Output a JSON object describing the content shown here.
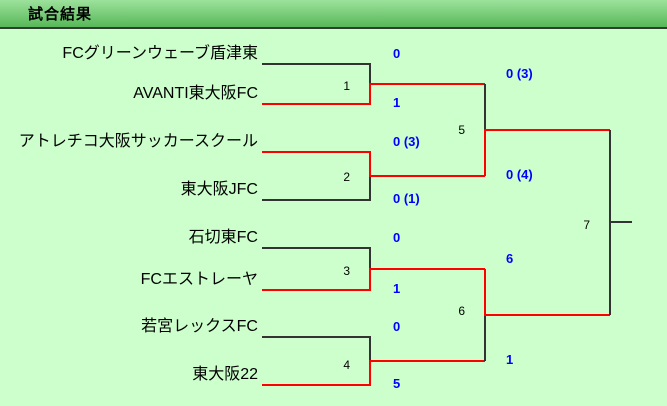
{
  "header": {
    "title": "試合結果"
  },
  "colors": {
    "page_bg": "#ccffcc",
    "header_grad_top": "#9ce29c",
    "header_grad_bottom": "#58b858",
    "header_border": "#2f3f2f",
    "line": "#333333",
    "winner_line": "#ff0000",
    "score_text": "#0000ff",
    "text": "#000000"
  },
  "bracket": {
    "teams": [
      {
        "name": "FCグリーンウェーブ盾津東"
      },
      {
        "name": "AVANTI東大阪FC"
      },
      {
        "name": "アトレチコ大阪サッカースクール"
      },
      {
        "name": "東大阪JFC"
      },
      {
        "name": "石切東FC"
      },
      {
        "name": "FCエストレーヤ"
      },
      {
        "name": "若宮レックスFC"
      },
      {
        "name": "東大阪22"
      }
    ],
    "matches": [
      {
        "no": "1",
        "top_score": "0",
        "bottom_score": "1",
        "winner": "bottom"
      },
      {
        "no": "2",
        "top_score": "0 (3)",
        "bottom_score": "0 (1)",
        "winner": "top"
      },
      {
        "no": "3",
        "top_score": "0",
        "bottom_score": "1",
        "winner": "bottom"
      },
      {
        "no": "4",
        "top_score": "0",
        "bottom_score": "5",
        "winner": "bottom"
      },
      {
        "no": "5",
        "top_score": "0 (3)",
        "bottom_score": "0 (4)",
        "winner": "bottom"
      },
      {
        "no": "6",
        "top_score": "6",
        "bottom_score": "1",
        "winner": "top"
      },
      {
        "no": "7",
        "top_score": "",
        "bottom_score": "",
        "winner": ""
      }
    ]
  }
}
